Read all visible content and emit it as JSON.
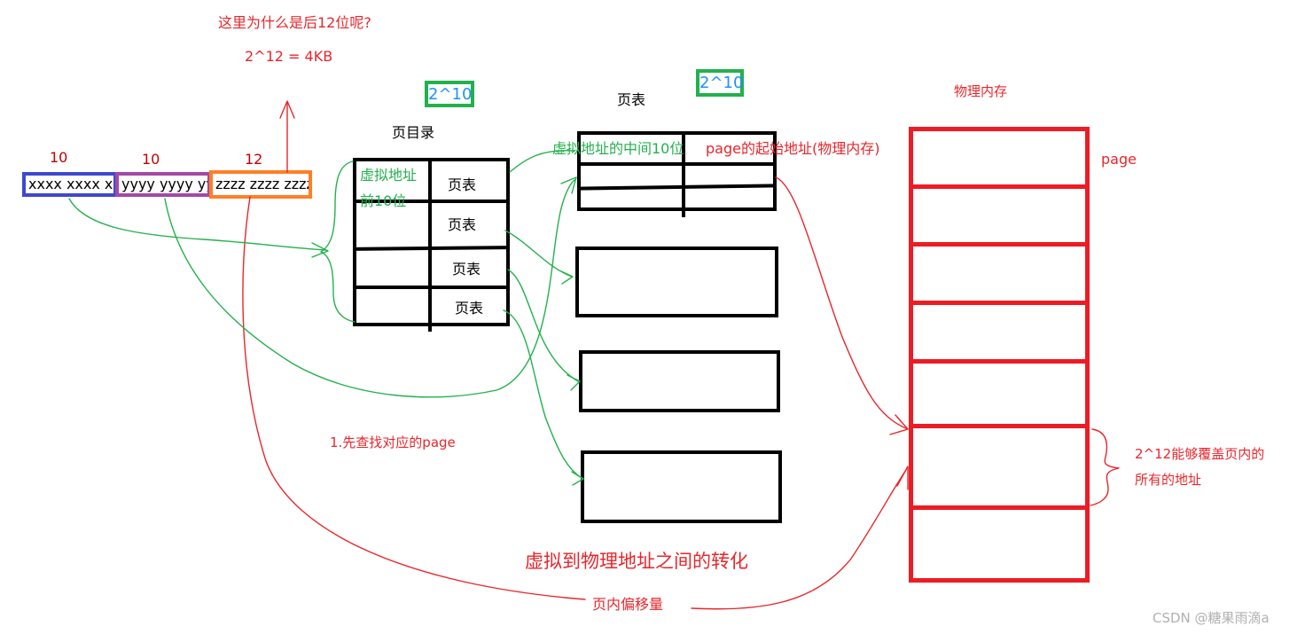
{
  "title_question": "这里为什么是后12位呢?",
  "formula": "2^12 = 4KB",
  "address": {
    "segments": [
      {
        "bits": "10",
        "text": "xxxx xxxx xx",
        "color": "#3f48cc"
      },
      {
        "bits": "10",
        "text": "yyyy yyyy yy",
        "color": "#a349a4"
      },
      {
        "bits": "12",
        "text": "zzzz zzzz zzzz",
        "color": "#ff7f27"
      }
    ]
  },
  "page_directory": {
    "label": "页目录",
    "badge": "2^10",
    "cell_note_line1": "虚拟地址",
    "cell_note_line2": "前10位",
    "entries": [
      "页表",
      "页表",
      "页表",
      "页表"
    ]
  },
  "page_table": {
    "label": "页表",
    "badge": "2^10",
    "left_column_note": "虚拟地址的中间10位",
    "right_column_note": "page的起始地址(物理内存)"
  },
  "physical_memory": {
    "label": "物理内存",
    "page_label": "page",
    "coverage_note_line1": "2^12能够覆盖页内的",
    "coverage_note_line2": "所有的地址"
  },
  "step1": "1.先查找对应的page",
  "diagram_title": "虚拟到物理地址之间的转化",
  "offset_label": "页内偏移量",
  "watermark": "CSDN @糖果雨滴a"
}
